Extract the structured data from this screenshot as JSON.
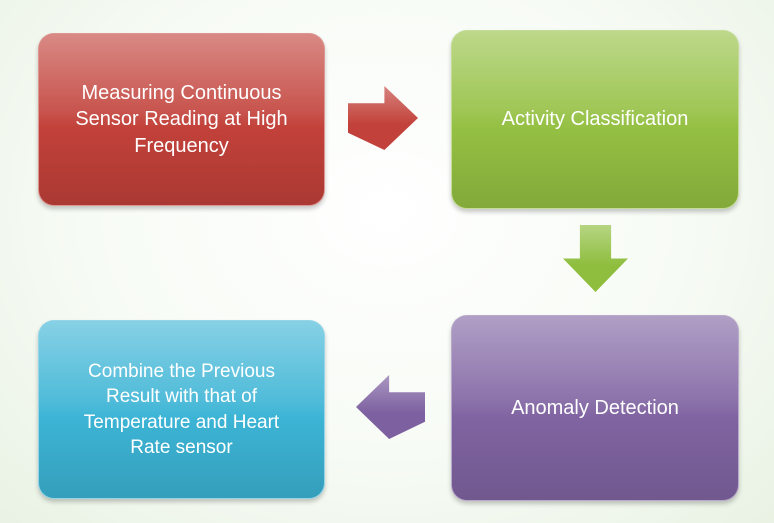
{
  "diagram": {
    "boxes": [
      {
        "id": "measuring-sensor",
        "label": "Measuring Continuous Sensor Reading at High Frequency"
      },
      {
        "id": "activity-classification",
        "label": "Activity Classification"
      },
      {
        "id": "anomaly-detection",
        "label": "Anomaly Detection"
      },
      {
        "id": "combine-results",
        "label": "Combine the Previous Result with that of Temperature and Heart Rate sensor"
      }
    ],
    "arrows": [
      {
        "id": "measuring-to-activity",
        "direction": "right"
      },
      {
        "id": "activity-to-anomaly",
        "direction": "down"
      },
      {
        "id": "anomaly-to-combine",
        "direction": "left"
      }
    ]
  },
  "colors": {
    "box-red": "#c2413a",
    "box-green": "#94c042",
    "box-purple": "#8064a2",
    "box-cyan": "#3cb4d5",
    "arrow-red": "#c2413a",
    "arrow-green": "#8fbe3f",
    "arrow-purple": "#7d60a0",
    "background-tint": "#e9f2e4"
  }
}
